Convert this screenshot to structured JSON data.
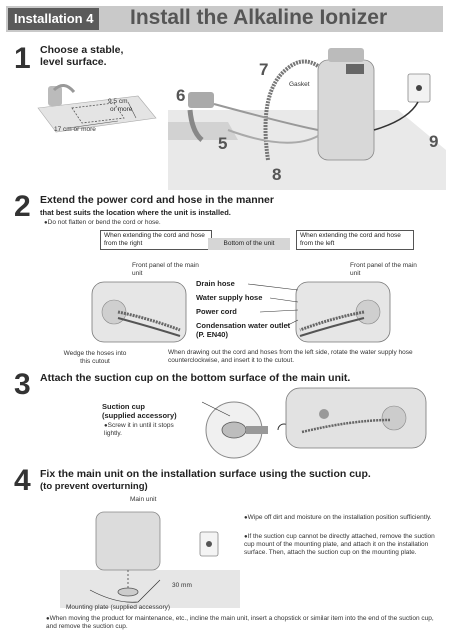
{
  "header": {
    "tag": "Installation 4",
    "title": "Install the Alkaline Ionizer"
  },
  "step1": {
    "number": "1",
    "title_line1": "Choose a stable,",
    "title_line2": "level surface.",
    "dim_width": "17 cm or more",
    "dim_depth_1": "9.5 cm",
    "dim_depth_2": "or more",
    "callouts": [
      "6",
      "7",
      "5",
      "8",
      "9"
    ],
    "gasket": "Gasket"
  },
  "step2": {
    "number": "2",
    "title": "Extend the power cord and hose in the manner",
    "subtitle": "that best suits the location where the unit is installed.",
    "bullet": "Do not flatten or bend the cord or hose.",
    "box_right": "When extending the cord and hose from the right",
    "box_bottom": "Bottom of the unit",
    "box_left": "When extending the cord and hose from the left",
    "front_panel_left": "Front panel of the main unit",
    "front_panel_right": "Front panel of the main unit",
    "labels": [
      "Drain hose",
      "Water supply hose",
      "Power cord",
      "Condensation water outlet (P. EN40)"
    ],
    "wedge": "Wedge the hoses into this cutout",
    "note": "When drawing out the cord and hoses from the left side, rotate the water supply hose counterclockwise, and insert it to the cutout."
  },
  "step3": {
    "number": "3",
    "title": "Attach the suction cup on the bottom surface of the main unit.",
    "label1": "Suction cup",
    "label2": "(supplied accessory)",
    "bullet": "Screw it in until it stops lightly."
  },
  "step4": {
    "number": "4",
    "title": "Fix the main unit on the installation surface using the suction cup.",
    "subtitle": "(to prevent overturning)",
    "main_unit": "Main unit",
    "dim": "30 mm",
    "mounting_plate": "Mounting plate (supplied accessory)",
    "bullets": [
      "Wipe off dirt and moisture on the installation position sufficiently.",
      "If the suction cup cannot be directly attached, remove the suction cup mount of the mounting plate, and attach it on the installation surface. Then, attach the suction cup on the mounting plate."
    ],
    "footer_note": "When moving the product for maintenance, etc., incline the main unit, insert a chopstick or similar item into the end of the suction cup, and remove the suction cup."
  }
}
